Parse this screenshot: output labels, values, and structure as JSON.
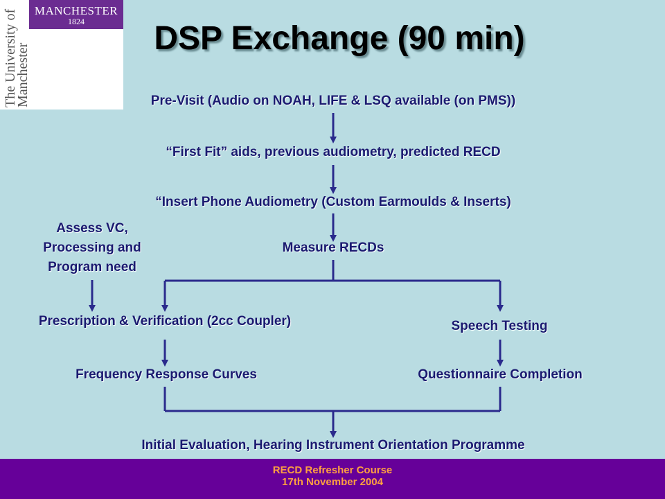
{
  "logo": {
    "name": "MANCHESTER",
    "year": "1824",
    "vertical_text": "The University of Manchester"
  },
  "title": "DSP Exchange (90 min)",
  "flow": {
    "pre_visit": "Pre-Visit (Audio on NOAH, LIFE & LSQ available (on PMS))",
    "first_fit": "“First Fit” aids, previous audiometry, predicted RECD",
    "insert_phone": "“Insert Phone Audiometry (Custom Earmoulds & Inserts)",
    "measure_recd": "Measure RECDs",
    "assess": [
      "Assess VC,",
      "Processing and",
      "Program need"
    ],
    "prescription": "Prescription & Verification (2cc Coupler)",
    "speech_testing": "Speech Testing",
    "frequency_response": "Frequency Response Curves",
    "questionnaire": "Questionnaire Completion",
    "initial_evaluation": "Initial Evaluation, Hearing Instrument Orientation Programme"
  },
  "footer": {
    "line1": "RECD Refresher Course",
    "line2": "17th November 2004"
  },
  "colors": {
    "background": "#b9dce2",
    "text": "#1a1a70",
    "arrow": "#2a2a8c",
    "footer": "#660099",
    "footer_text": "#ffa040",
    "logo": "#6b2c91"
  }
}
